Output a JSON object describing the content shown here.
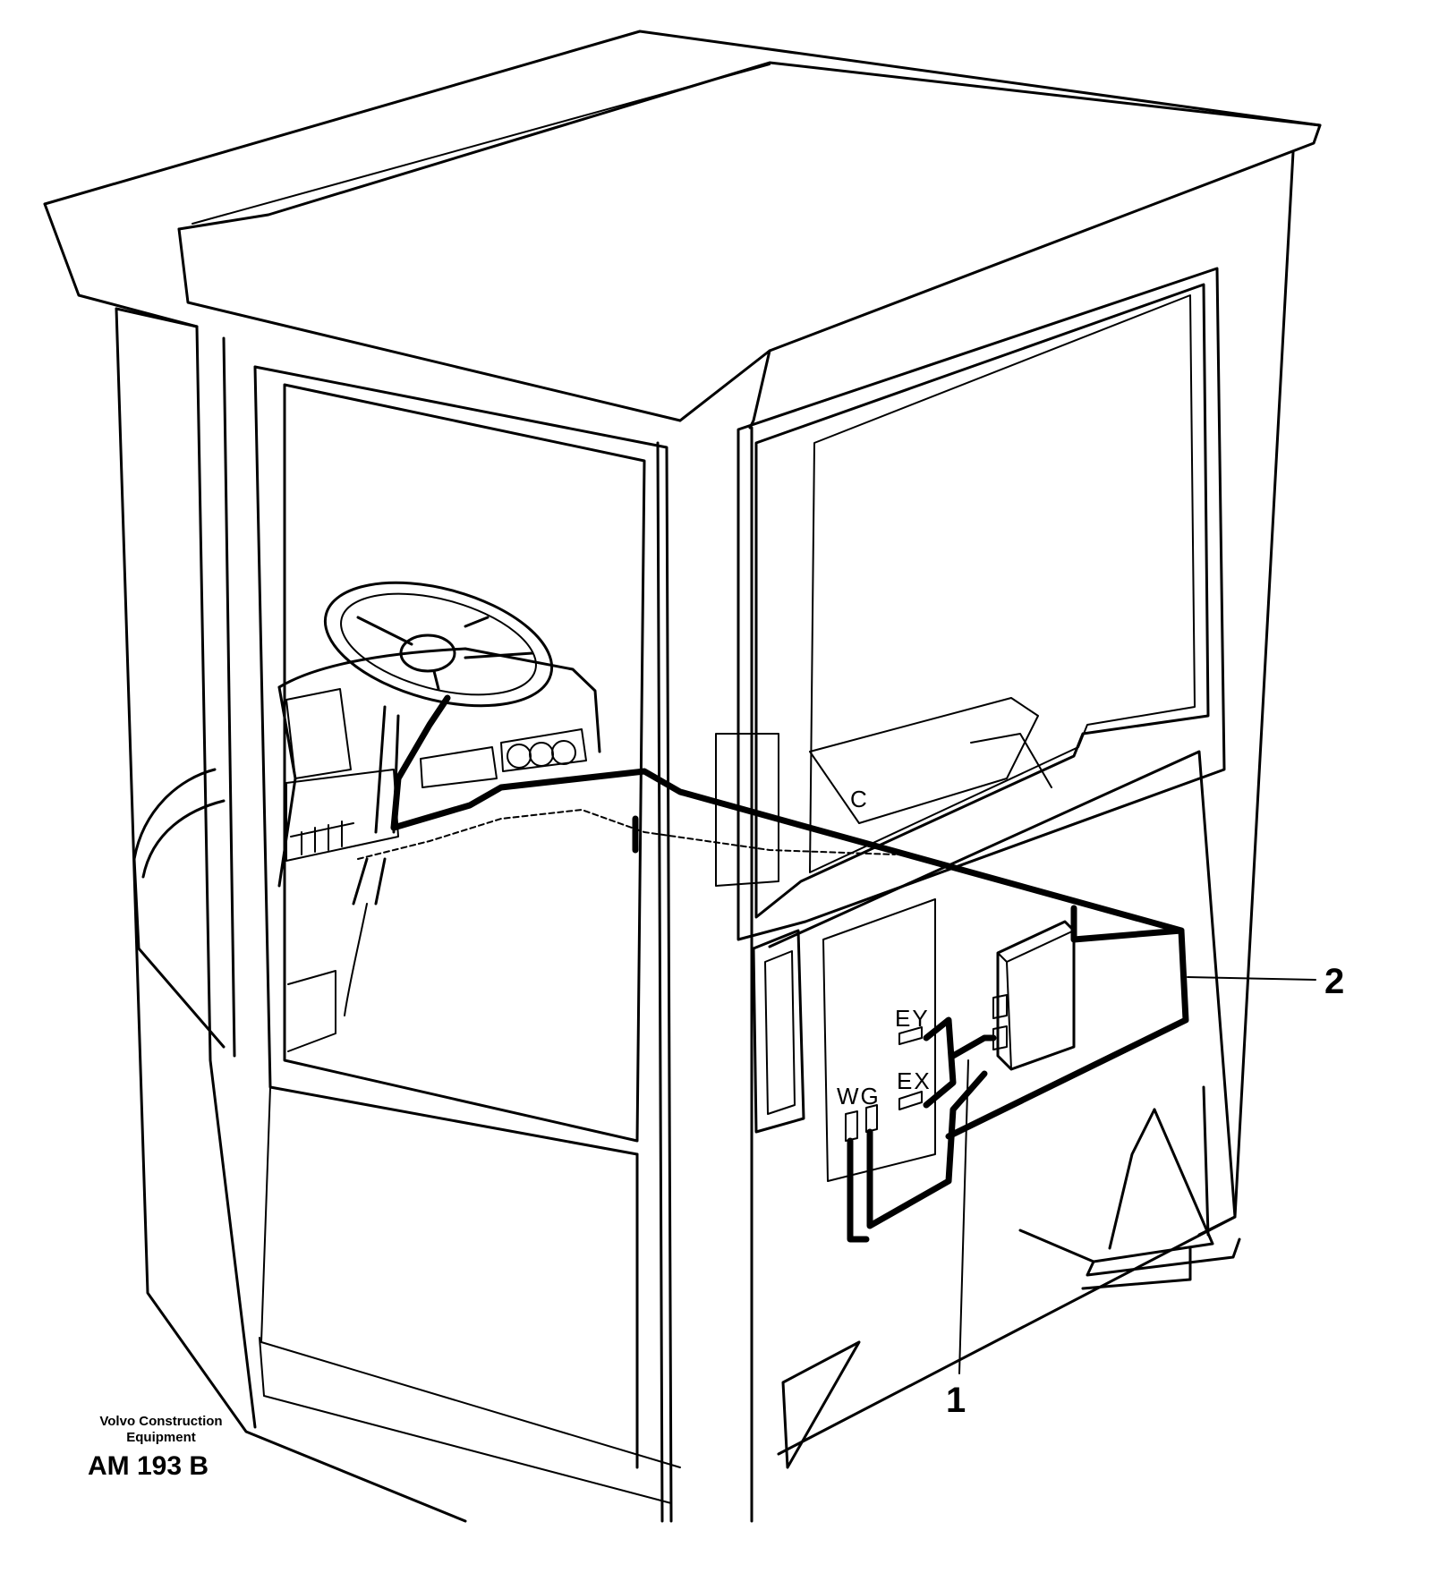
{
  "callouts": [
    {
      "id": "1",
      "label": "1"
    },
    {
      "id": "2",
      "label": "2"
    }
  ],
  "panel_labels": {
    "ey": "EY",
    "ex": "EX",
    "wg": "WG"
  },
  "dashboard_label": "C",
  "caption": {
    "company_line1": "Volvo Construction",
    "company_line2": "Equipment",
    "code": "AM 193 B"
  },
  "colors": {
    "line": "#000000",
    "background": "#ffffff"
  }
}
